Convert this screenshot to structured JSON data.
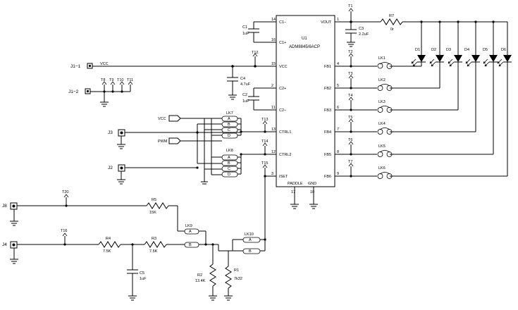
{
  "ic": {
    "ref": "U1",
    "part": "ADM8845/6ACP",
    "pins": [
      {
        "num": "14",
        "name": "C1−"
      },
      {
        "num": "16",
        "name": "C1+"
      },
      {
        "num": "15",
        "name": "VCC"
      },
      {
        "num": "2",
        "name": "C2+"
      },
      {
        "num": "11",
        "name": "C2−"
      },
      {
        "num": "13",
        "name": "CTRL1"
      },
      {
        "num": "12",
        "name": "CTRL2"
      },
      {
        "num": "3",
        "name": "ISET"
      },
      {
        "num": "1",
        "name": "VOUT"
      },
      {
        "num": "4",
        "name": "FB1"
      },
      {
        "num": "5",
        "name": "FB2"
      },
      {
        "num": "6",
        "name": "FB3"
      },
      {
        "num": "7",
        "name": "FB4"
      },
      {
        "num": "8",
        "name": "FB5"
      },
      {
        "num": "9",
        "name": "FB6"
      },
      {
        "num": "17",
        "name": "PADDLE"
      },
      {
        "num": "10",
        "name": "GND"
      }
    ]
  },
  "components": {
    "c1": {
      "ref": "C1",
      "value": "1uF"
    },
    "c2": {
      "ref": "C2",
      "value": "1uF"
    },
    "c3": {
      "ref": "C3",
      "value": "2.2uF"
    },
    "c4": {
      "ref": "C4",
      "value": "4.7uF"
    },
    "c5": {
      "ref": "C5",
      "value": "1uF"
    },
    "r7": {
      "ref": "R7",
      "value": "0r"
    },
    "r5": {
      "ref": "R5",
      "value": "15K"
    },
    "r4": {
      "ref": "R4",
      "value": "7.5K"
    },
    "r3": {
      "ref": "R3",
      "value": "7.5K"
    },
    "r2": {
      "ref": "R2",
      "value": "13.4K"
    },
    "r1": {
      "ref": "R1",
      "value": "7k32"
    }
  },
  "leds": [
    "D1",
    "D2",
    "D3",
    "D4",
    "D5",
    "D6"
  ],
  "links_fb": [
    "LK1",
    "LK2",
    "LK3",
    "LK4",
    "LK5",
    "LK6"
  ],
  "links_other": {
    "lk7": "LK7",
    "lk8": "LK8",
    "lk9": "LK9",
    "lk10": "LK10"
  },
  "jumper_pins": [
    "A",
    "B",
    "C",
    "D"
  ],
  "link_pins": [
    "A",
    "B"
  ],
  "test_points": {
    "t1": "T1",
    "t2": "T2",
    "t3": "T3",
    "t4": "T4",
    "t5": "T5",
    "t6": "T6",
    "t7": "T7",
    "t8": "T8",
    "t9": "T9",
    "t10": "T10",
    "t11": "T11",
    "t12": "T12",
    "t13": "T13",
    "t14": "T14",
    "t15": "T15",
    "t16": "T16",
    "t20": "T20"
  },
  "connectors": {
    "j1_1": "J1−1",
    "j1_2": "J1−2",
    "j2": "J2",
    "j3": "J3",
    "j4": "J4",
    "j8": "J8"
  },
  "nets": {
    "vcc_rail": "VCC",
    "vcc_flag": "VCC",
    "pwm_flag": "PWM"
  }
}
